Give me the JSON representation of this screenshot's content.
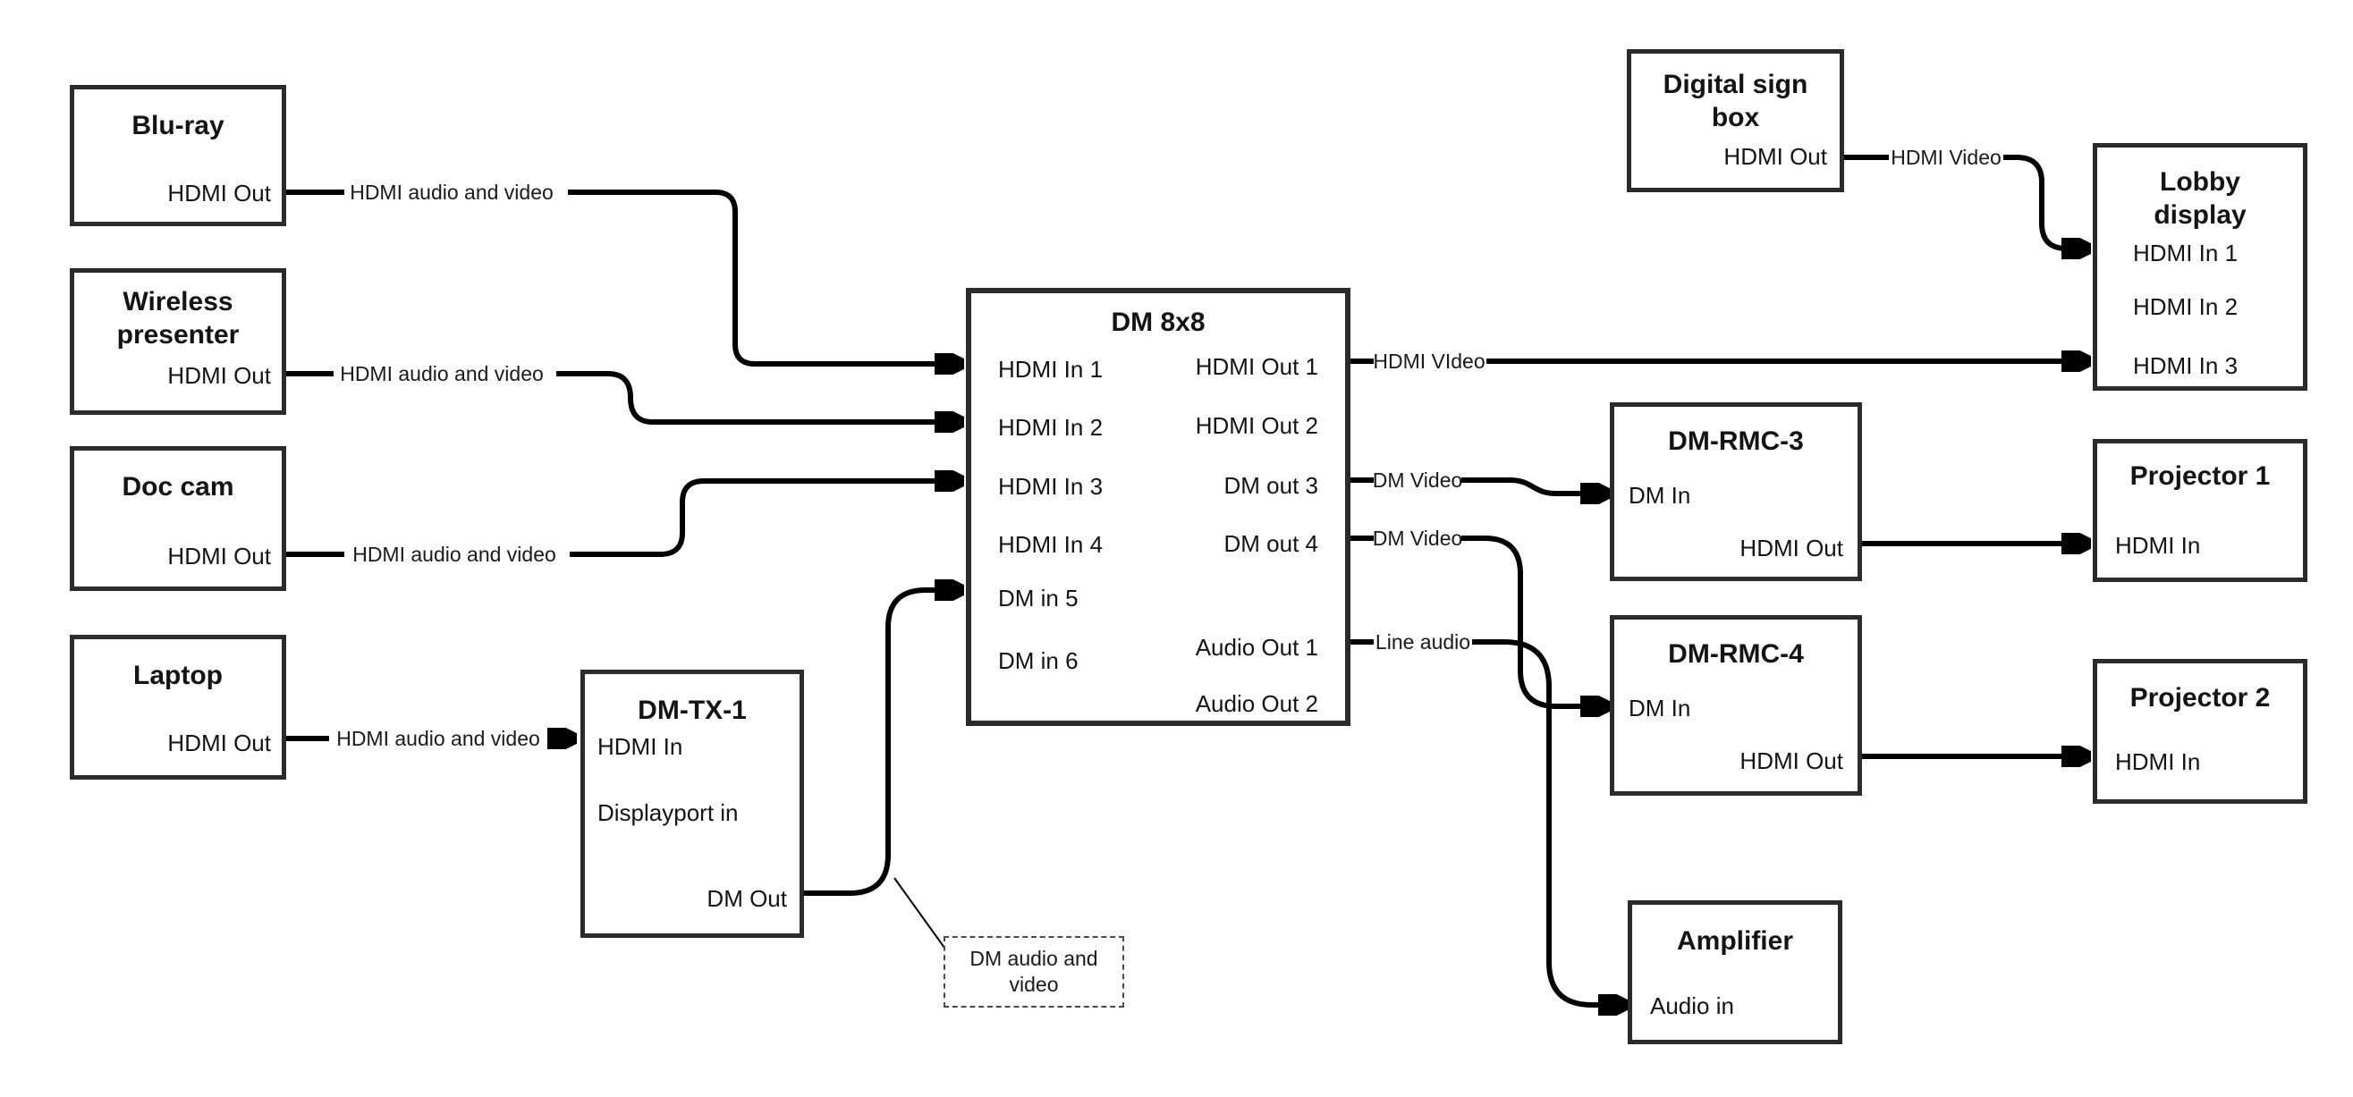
{
  "boxes": {
    "bluray": {
      "title": "Blu-ray",
      "port_hdmi_out": "HDMI Out"
    },
    "wireless": {
      "title": "Wireless presenter",
      "port_hdmi_out": "HDMI Out"
    },
    "doccam": {
      "title": "Doc cam",
      "port_hdmi_out": "HDMI Out"
    },
    "laptop": {
      "title": "Laptop",
      "port_hdmi_out": "HDMI Out"
    },
    "dmtx1": {
      "title": "DM-TX-1",
      "port_hdmi_in": "HDMI In",
      "port_dp_in": "Displayport in",
      "port_dm_out": "DM Out"
    },
    "dm8x8": {
      "title": "DM 8x8",
      "in1": "HDMI In 1",
      "in2": "HDMI In 2",
      "in3": "HDMI In 3",
      "in4": "HDMI In 4",
      "in5": "DM in 5",
      "in6": "DM in 6",
      "out1": "HDMI Out 1",
      "out2": "HDMI Out 2",
      "out3": "DM out 3",
      "out4": "DM out 4",
      "aout1": "Audio Out 1",
      "aout2": "Audio Out 2"
    },
    "signbox": {
      "title": "Digital sign box",
      "port_hdmi_out": "HDMI Out"
    },
    "lobby": {
      "title": "Lobby display",
      "in1": "HDMI In 1",
      "in2": "HDMI In 2",
      "in3": "HDMI In 3"
    },
    "rmc3": {
      "title": "DM-RMC-3",
      "port_dm_in": "DM In",
      "port_hdmi_out": "HDMI Out"
    },
    "proj1": {
      "title": "Projector 1",
      "port_hdmi_in": "HDMI In"
    },
    "rmc4": {
      "title": "DM-RMC-4",
      "port_dm_in": "DM In",
      "port_hdmi_out": "HDMI Out"
    },
    "proj2": {
      "title": "Projector 2",
      "port_hdmi_in": "HDMI In"
    },
    "amp": {
      "title": "Amplifier",
      "port_audio_in": "Audio in"
    }
  },
  "labels": {
    "bluray_cable": "HDMI audio and video",
    "wireless_cable": "HDMI audio and video",
    "doccam_cable": "HDMI audio and video",
    "laptop_cable": "HDMI audio and video",
    "out1_cable": "HDMI VIdeo",
    "dm_video_3": "DM Video",
    "dm_video_4": "DM Video",
    "line_audio": "Line audio",
    "sign_cable": "HDMI Video",
    "note": "DM audio and video"
  },
  "colors": {
    "line": "#000000",
    "border": "#2b2b2b",
    "background": "#ffffff"
  }
}
